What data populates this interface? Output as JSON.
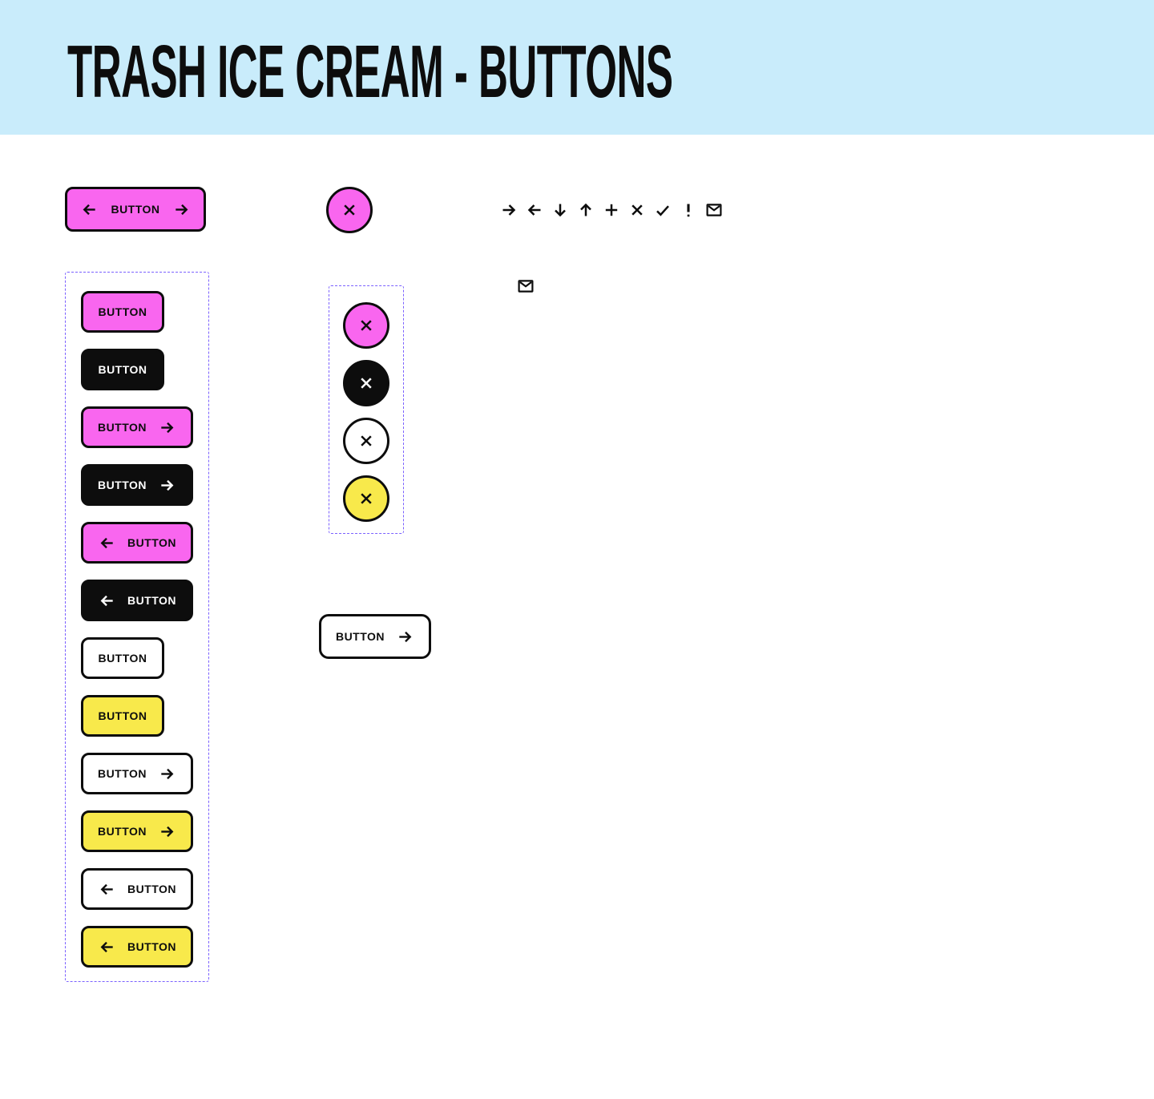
{
  "page": {
    "title": "TRASH ICE CREAM - BUTTONS"
  },
  "colors": {
    "header_bg": "#C9ECFB",
    "pink": "#F966EF",
    "yellow": "#F8E94B",
    "black": "#0D0D0D",
    "white": "#FFFFFF",
    "outline_purple": "#7B61FF"
  },
  "hero": {
    "button": {
      "label": "BUTTON",
      "variant": "pink",
      "left_icon": "arrow-left",
      "right_icon": "arrow-right"
    },
    "icon_button": {
      "variant": "pink",
      "icon": "close"
    }
  },
  "icon_row": {
    "items": [
      {
        "name": "arrow-right"
      },
      {
        "name": "arrow-left"
      },
      {
        "name": "arrow-down"
      },
      {
        "name": "arrow-up"
      },
      {
        "name": "plus"
      },
      {
        "name": "close"
      },
      {
        "name": "check"
      },
      {
        "name": "exclamation"
      },
      {
        "name": "mail"
      }
    ]
  },
  "mail_icon": {
    "name": "mail"
  },
  "button_set": {
    "items": [
      {
        "label": "BUTTON",
        "variant": "pink"
      },
      {
        "label": "BUTTON",
        "variant": "black"
      },
      {
        "label": "BUTTON",
        "variant": "pink",
        "arrow_icon": "arrow-right"
      },
      {
        "label": "BUTTON",
        "variant": "black",
        "arrow_icon": "arrow-right"
      },
      {
        "label": "BUTTON",
        "variant": "pink",
        "arrow_icon": "arrow-left"
      },
      {
        "label": "BUTTON",
        "variant": "black",
        "arrow_icon": "arrow-left"
      },
      {
        "label": "BUTTON",
        "variant": "white"
      },
      {
        "label": "BUTTON",
        "variant": "yellow"
      },
      {
        "label": "BUTTON",
        "variant": "white",
        "arrow_icon": "arrow-right"
      },
      {
        "label": "BUTTON",
        "variant": "yellow",
        "arrow_icon": "arrow-right"
      },
      {
        "label": "BUTTON",
        "variant": "white",
        "arrow_icon": "arrow-left"
      },
      {
        "label": "BUTTON",
        "variant": "yellow",
        "arrow_icon": "arrow-left"
      }
    ]
  },
  "icon_button_set": {
    "items": [
      {
        "variant": "pink",
        "icon": "close"
      },
      {
        "variant": "black",
        "icon": "close"
      },
      {
        "variant": "white",
        "icon": "close"
      },
      {
        "variant": "yellow",
        "icon": "close"
      }
    ]
  },
  "standalone_button": {
    "label": "BUTTON",
    "variant": "white",
    "arrow_icon": "arrow-right"
  }
}
